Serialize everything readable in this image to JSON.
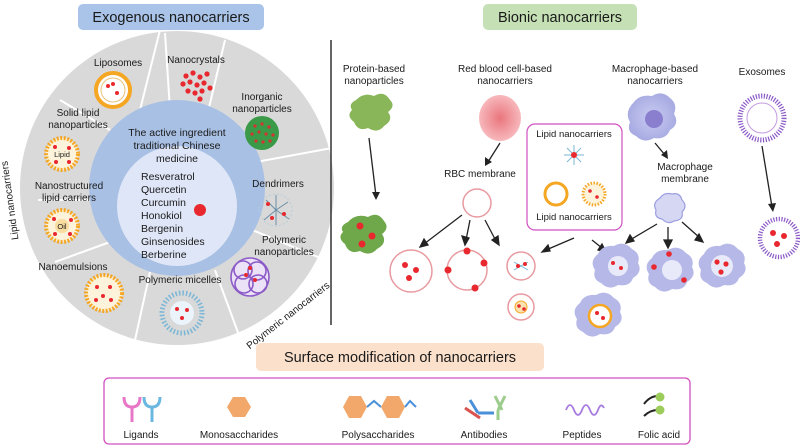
{
  "exogenous": {
    "title": "Exogenous nanocarriers",
    "center_title": [
      "The active ingredient",
      "traditional Chinese",
      "medicine"
    ],
    "ingredients": [
      "Resveratrol",
      "Quercetin",
      "Curcumin",
      "Honokiol",
      "Bergenin",
      "Ginsenosides",
      "Berberine"
    ],
    "segments": {
      "liposomes": "Liposomes",
      "nanocrystals": "Nanocrystals",
      "inorganic": [
        "Inorganic",
        "nanoparticles"
      ],
      "solid_lipid": [
        "Solid lipid",
        "nanoparticles"
      ],
      "lipid_core": "Lipid",
      "nlc": [
        "Nanostructured",
        "lipid carriers"
      ],
      "oil_core": "Oil",
      "dendrimers": "Dendrimers",
      "polymeric_np": [
        "Polymeric",
        "nanoparticles"
      ],
      "nanoemulsions": "Nanoemulsions",
      "polymeric_micelles": "Polymeric micelles"
    },
    "arc_labels": {
      "lipid": "Lipid nanocarriers",
      "polymeric": "Polymeric nanocarriers"
    }
  },
  "bionic": {
    "title": "Bionic nanocarriers",
    "protein": [
      "Protein-based",
      "nanoparticles"
    ],
    "rbc": [
      "Red blood cell-based",
      "nanocarriers"
    ],
    "macrophage": [
      "Macrophage-based",
      "nanocarriers"
    ],
    "exosomes": "Exosomes",
    "rbc_membrane": "RBC membrane",
    "macrophage_membrane": [
      "Macrophage",
      "membrane"
    ],
    "lipid_box_top": "Lipid nanocarriers",
    "lipid_box_bottom": "Lipid nanocarriers"
  },
  "surface": {
    "title": "Surface modification of nanocarriers",
    "items": [
      "Ligands",
      "Monosaccharides",
      "Polysaccharides",
      "Antibodies",
      "Peptides",
      "Folic acid"
    ]
  },
  "colors": {
    "header_blue": "#a9c4e8",
    "header_green": "#c5e0b4",
    "header_peach": "#fbe0cb",
    "drug_red": "#e8282e",
    "ring_gray": "#d9d9d9",
    "inner_blue": "#a8c0e4",
    "macrophage": "#b6b9e8",
    "rbc_pink": "#f2a3a8",
    "magenta_border": "#d24fc0"
  }
}
